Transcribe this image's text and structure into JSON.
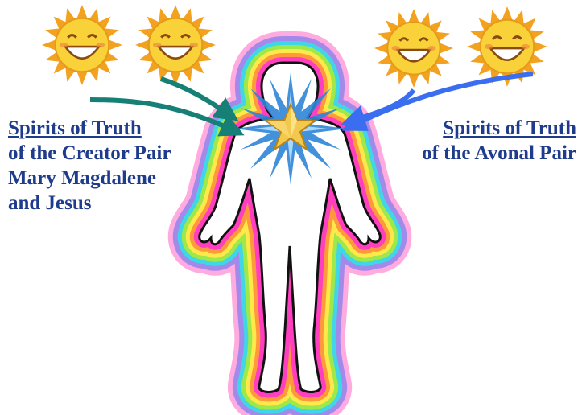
{
  "left_label": {
    "title": "Spirits of Truth",
    "lines": [
      "of the Creator Pair",
      "Mary Magdalene",
      "and Jesus"
    ]
  },
  "right_label": {
    "title": "Spirits of Truth",
    "lines": [
      "of the Avonal Pair"
    ]
  },
  "colors": {
    "label_text": "#1f3b8c",
    "left_arrow": "#167f76",
    "right_arrow": "#3a6df0",
    "sun_body": "#f9d23a",
    "sun_rays": "#f3a21f",
    "star": "#f2c94c",
    "burst": "#2f86d6",
    "aura": [
      "#ff3fbf",
      "#ff9a3c",
      "#ffe84a",
      "#9ee84a",
      "#3fd6e8",
      "#7a7cf0",
      "#ff66c4"
    ]
  },
  "icons": [
    "sun-icon",
    "sun-icon",
    "sun-icon",
    "sun-icon",
    "star-icon",
    "human-figure"
  ]
}
